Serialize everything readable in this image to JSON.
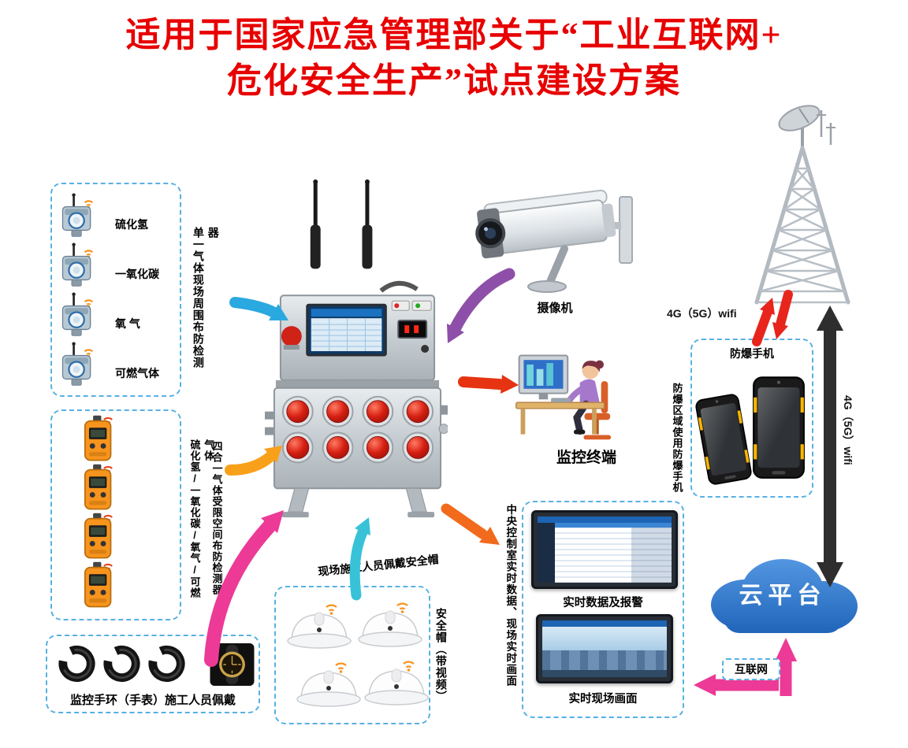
{
  "colors": {
    "title_red": "#e80000",
    "dashed_box_blue": "#57b1e2",
    "cloud_blue": "#2e78cc",
    "arrow_blue": "#2aa8e0",
    "arrow_purple": "#8e4fa8",
    "arrow_red": "#e63312",
    "arrow_yellow": "#f9a01b",
    "arrow_pink": "#ec3a96",
    "arrow_cyan": "#38c2d8",
    "arrow_orange": "#f26a1b",
    "arrow_black": "#2e2e2e"
  },
  "title": {
    "line1": "适用于国家应急管理部关于“工业互联网+",
    "line2": "危化安全生产”试点建设方案"
  },
  "fixed_detector_box": {
    "side_label": "单一气体现场周围布防检测器",
    "gases": [
      "硫化氢",
      "一氧化碳",
      "氧 气",
      "可燃气体"
    ]
  },
  "portable_detector_box": {
    "gas_label": "硫化氢/一氧化碳/氧气/可燃气体",
    "side_label": "四合一气体受限空间布防检测器"
  },
  "wristband_box": {
    "label": "监控手环（手表）施工人员佩戴"
  },
  "camera": {
    "label": "摄像机"
  },
  "terminal": {
    "label": "监控终端"
  },
  "helmet_box": {
    "top_label": "现场施工人员佩戴安全帽",
    "side_label": "安全帽（带视频）"
  },
  "control_room": {
    "side_label": "中央控制室实时数据、现场实时画面",
    "screen1_label": "实时数据及报警",
    "screen2_label": "实时现场画面"
  },
  "phone_box": {
    "label": "防爆手机",
    "side_label": "防爆区域使用防爆手机"
  },
  "network": {
    "wifi_label": "4G（5G）wifi",
    "wifi_label_vertical": "4G（5G）wifi",
    "cloud_label": "云平台",
    "internet_label": "互联网"
  }
}
